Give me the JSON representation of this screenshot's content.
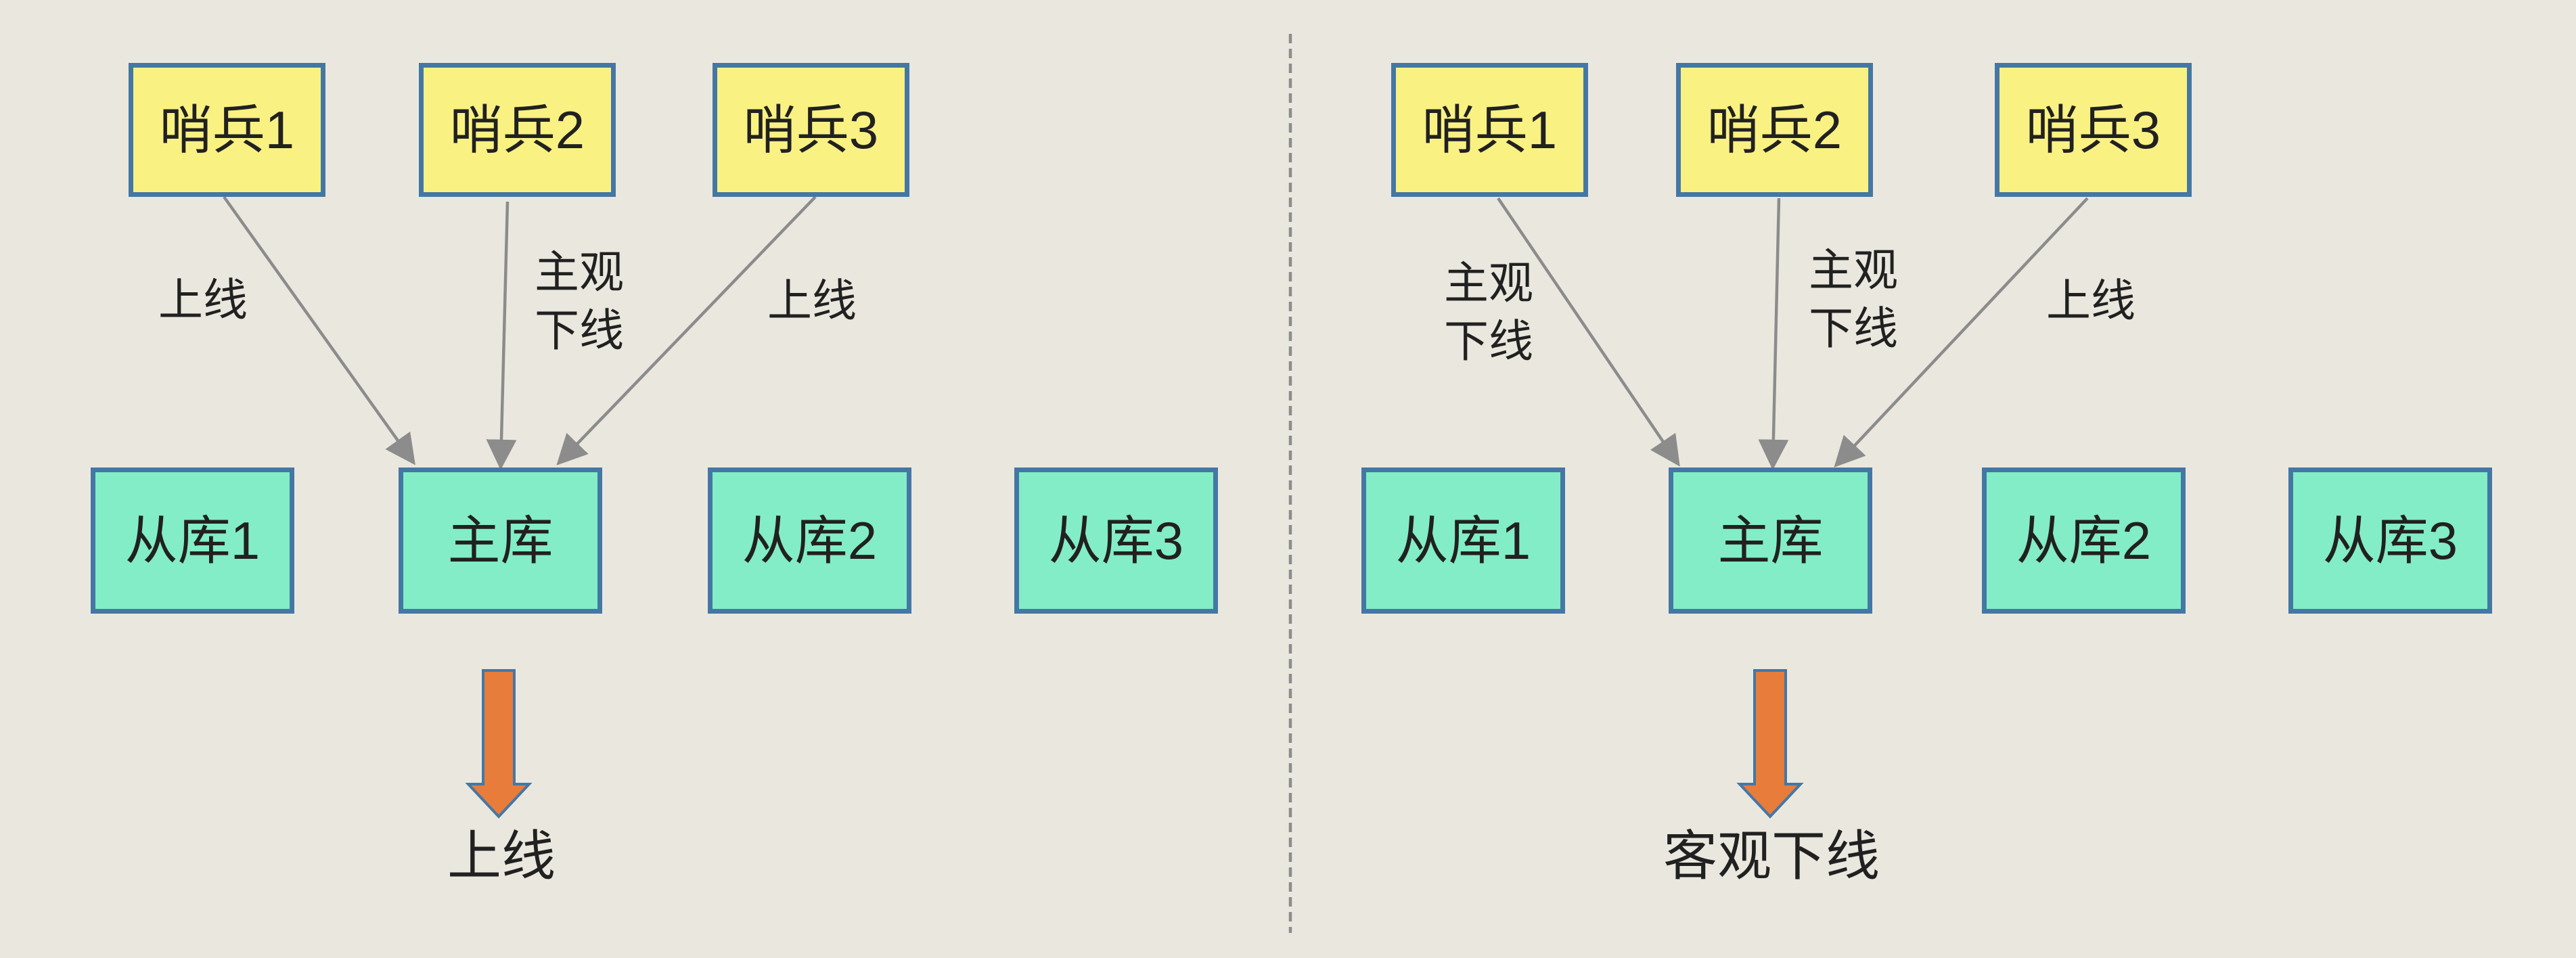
{
  "colors": {
    "background": "#EAE8DE",
    "node_border": "#4577A5",
    "sentinel_fill": "#FAF183",
    "db_fill": "#82EDC6",
    "connector": "#8C8C8C",
    "divider": "#8C8C8C",
    "block_arrow_fill": "#E77C3B",
    "text": "#212121"
  },
  "panels": [
    {
      "name": "left-panel-online",
      "sentinels": [
        {
          "label": "哨兵1"
        },
        {
          "label": "哨兵2"
        },
        {
          "label": "哨兵3"
        }
      ],
      "edge_labels": [
        {
          "lines": [
            "上线"
          ]
        },
        {
          "lines": [
            "主观",
            "下线"
          ]
        },
        {
          "lines": [
            "上线"
          ]
        }
      ],
      "databases": [
        {
          "label": "从库1"
        },
        {
          "label": "主库"
        },
        {
          "label": "从库2"
        },
        {
          "label": "从库3"
        }
      ],
      "result_label": "上线"
    },
    {
      "name": "right-panel-objective-offline",
      "sentinels": [
        {
          "label": "哨兵1"
        },
        {
          "label": "哨兵2"
        },
        {
          "label": "哨兵3"
        }
      ],
      "edge_labels": [
        {
          "lines": [
            "主观",
            "下线"
          ]
        },
        {
          "lines": [
            "主观",
            "下线"
          ]
        },
        {
          "lines": [
            "上线"
          ]
        }
      ],
      "databases": [
        {
          "label": "从库1"
        },
        {
          "label": "主库"
        },
        {
          "label": "从库2"
        },
        {
          "label": "从库3"
        }
      ],
      "result_label": "客观下线"
    }
  ]
}
